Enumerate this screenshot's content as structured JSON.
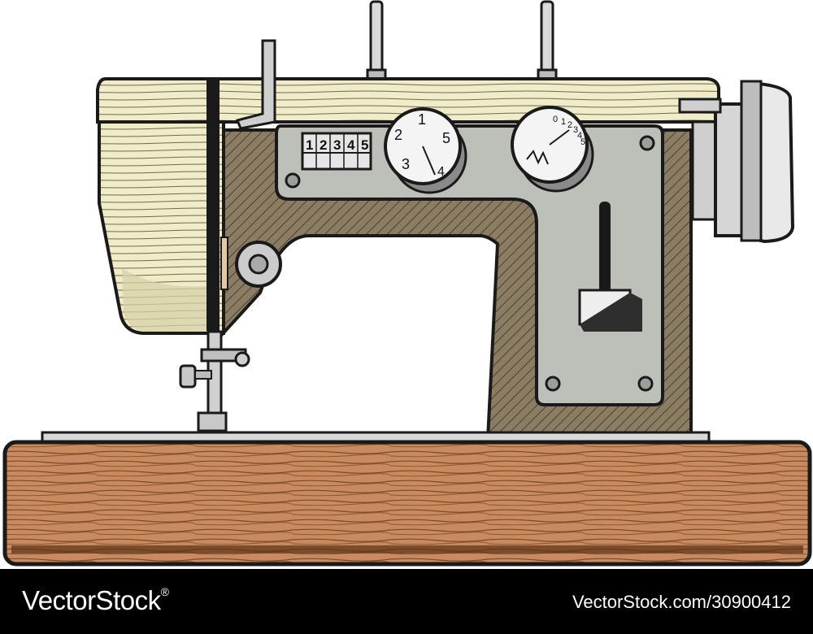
{
  "illustration": {
    "subject": "sewing-machine",
    "colors": {
      "outline": "#1a1a1a",
      "cream_body": "#f3efcf",
      "cream_shade": "#d8d2a8",
      "arm_brown": "#7f735c",
      "panel_grey": "#bcc0b8",
      "wood_base": "#c88a5e",
      "wood_dark": "#9a6238",
      "metal": "#dcdcdc"
    },
    "selector_numbers": [
      "1",
      "2",
      "3",
      "4",
      "5"
    ],
    "dial_left_numbers": [
      "1",
      "2",
      "3",
      "4",
      "5"
    ],
    "dial_right_numbers": [
      "0",
      "1",
      "2",
      "3",
      "4",
      "5"
    ]
  },
  "footer": {
    "brand": "VectorStock",
    "brand_mark": "®",
    "image_id": "VectorStock.com/30900412"
  }
}
